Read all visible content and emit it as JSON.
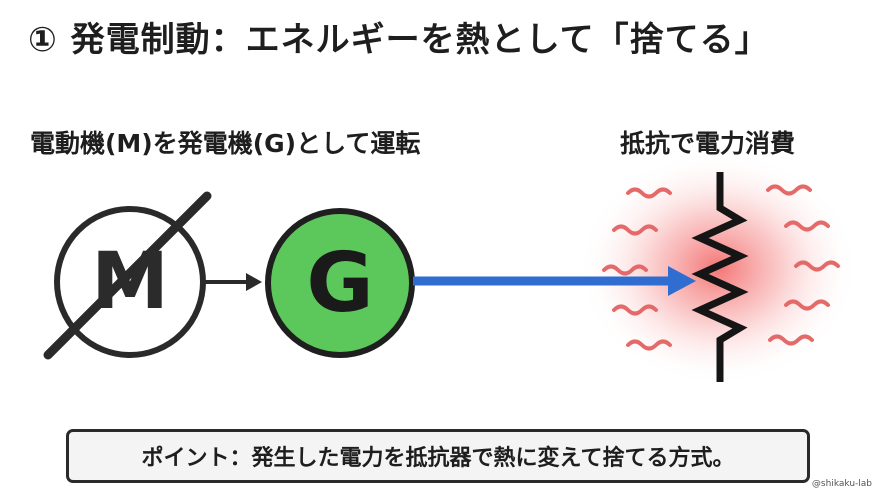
{
  "title": "① 発電制動：エネルギーを熱として「捨てる」",
  "left_label": "電動機(M)を発電機(G)として運転",
  "right_label": "抵抗で電力消費",
  "motor": {
    "letter": "M"
  },
  "generator": {
    "letter": "G"
  },
  "point": {
    "text": "ポイント：発生した電力を抵抗器で熱に変えて捨てる方式。"
  },
  "watermark": "@shikaku-lab",
  "colors": {
    "generator_fill": "#5cc75a",
    "current_arrow": "#2f6ed0",
    "heat_glow": "#f06060",
    "heat_wave": "#e46a6a",
    "outline": "#2a2a2a"
  },
  "icons": [
    "motor-crossed-icon",
    "generator-icon",
    "resistor-icon",
    "heat-wave-icon"
  ]
}
